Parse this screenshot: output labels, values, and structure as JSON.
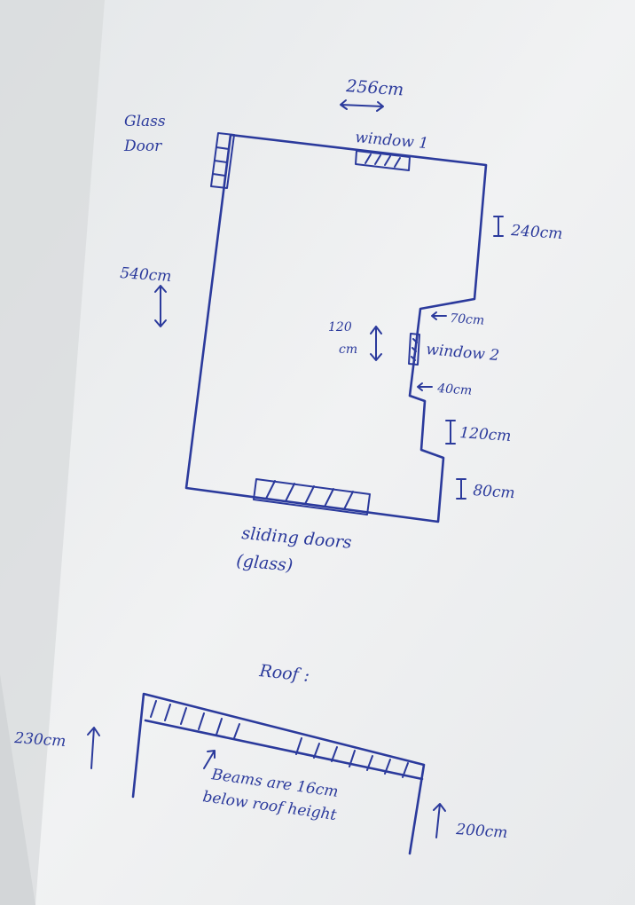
{
  "plan": {
    "glass_door_line1": "Glass",
    "glass_door_line2": "Door",
    "top_width": "256cm",
    "window1": "window 1",
    "right_upper": "240cm",
    "left_height": "540cm",
    "step_upper": "70cm",
    "window2_height_num": "120",
    "window2_height_unit": "cm",
    "window2": "window 2",
    "step_lower": "40cm",
    "right_middle": "120cm",
    "right_lower": "80cm",
    "sliding_line1": "sliding doors",
    "sliding_line2": "(glass)"
  },
  "roof": {
    "title": "Roof :",
    "left_height": "230cm",
    "right_height": "200cm",
    "beams_line1": "Beams are 16cm",
    "beams_line2": "below roof height"
  },
  "colors": {
    "ink": "#2b3a9c",
    "paper": "#eef0f1",
    "paper_shadow": "#c9cdd0"
  }
}
